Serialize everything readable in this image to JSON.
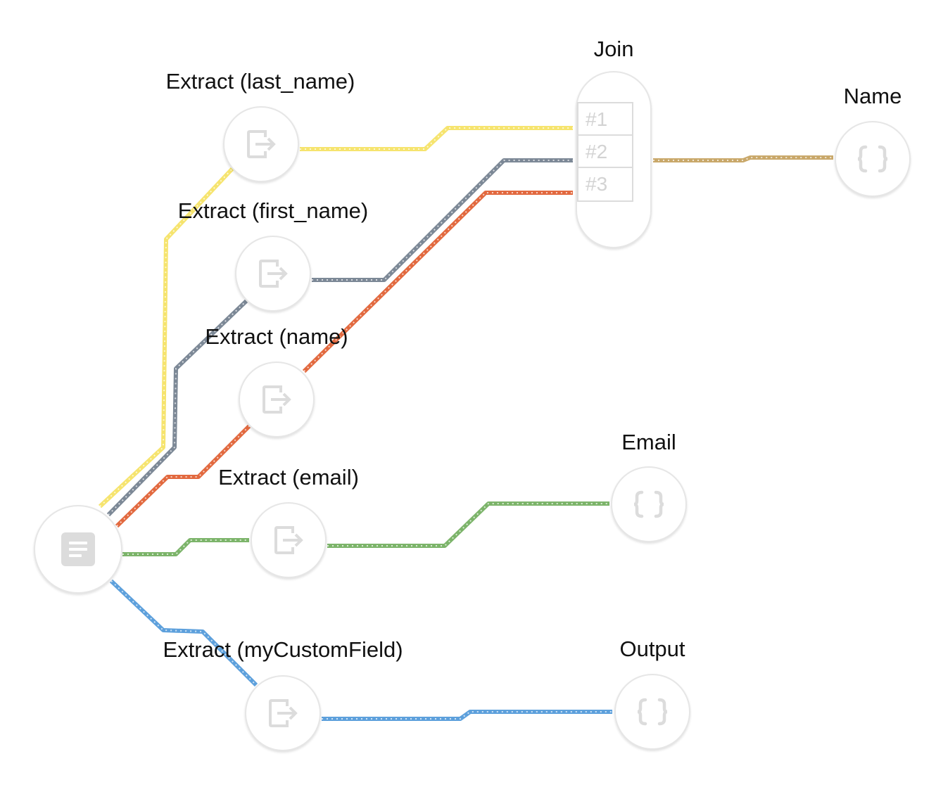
{
  "nodes": {
    "source": {
      "icon": "document-icon"
    },
    "extract_last_name": {
      "label": "Extract (last_name)",
      "icon": "extract-icon"
    },
    "extract_first_name": {
      "label": "Extract (first_name)",
      "icon": "extract-icon"
    },
    "extract_name": {
      "label": "Extract (name)",
      "icon": "extract-icon"
    },
    "extract_email": {
      "label": "Extract (email)",
      "icon": "extract-icon"
    },
    "extract_custom": {
      "label": "Extract (myCustomField)",
      "icon": "extract-icon"
    },
    "join": {
      "label": "Join",
      "slots": [
        "#1",
        "#2",
        "#3"
      ]
    },
    "name_out": {
      "label": "Name",
      "icon": "braces-icon"
    },
    "email_out": {
      "label": "Email",
      "icon": "braces-icon"
    },
    "output": {
      "label": "Output",
      "icon": "braces-icon"
    }
  },
  "edge_colors": {
    "last_name": "#f6e46e",
    "first_name": "#7c8896",
    "name": "#e2693f",
    "email": "#7cb46a",
    "custom": "#5da0dc",
    "join_out": "#c9a86a"
  }
}
